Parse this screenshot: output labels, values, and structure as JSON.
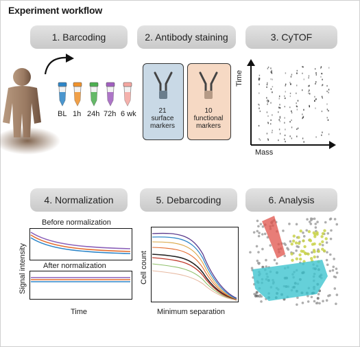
{
  "title": "Experiment workflow",
  "steps": [
    "1. Barcoding",
    "2. Antibody staining",
    "3. CyTOF",
    "4. Normalization",
    "5. Debarcoding",
    "6. Analysis"
  ],
  "barcoding": {
    "timepoints": [
      "BL",
      "1h",
      "24h",
      "72h",
      "6 wk"
    ],
    "tube_colors": [
      "#2e86c8",
      "#f0922b",
      "#4caf50",
      "#a15fc0",
      "#f4a6a0"
    ]
  },
  "staining": {
    "surface": {
      "count": "21",
      "line1": "surface",
      "line2": "markers",
      "fill": "#c9d9e6"
    },
    "functional": {
      "count": "10",
      "line1": "functional",
      "line2": "markers",
      "fill": "#f6d9c4"
    }
  },
  "cytof": {
    "y_label": "Time",
    "x_label": "Mass"
  },
  "normalization": {
    "before_label": "Before normalization",
    "after_label": "After normalization",
    "y_label": "Signal intensity",
    "x_label": "Time",
    "line_colors": [
      "#2e86c8",
      "#e36a2c",
      "#8a5fb8"
    ]
  },
  "debarcoding": {
    "y_label": "Cell count",
    "x_label": "Minimum separation"
  },
  "colors": {
    "step_bg": "#d4d4d4",
    "surface_box": "#c9d9e6",
    "functional_box": "#f6d9c4"
  }
}
